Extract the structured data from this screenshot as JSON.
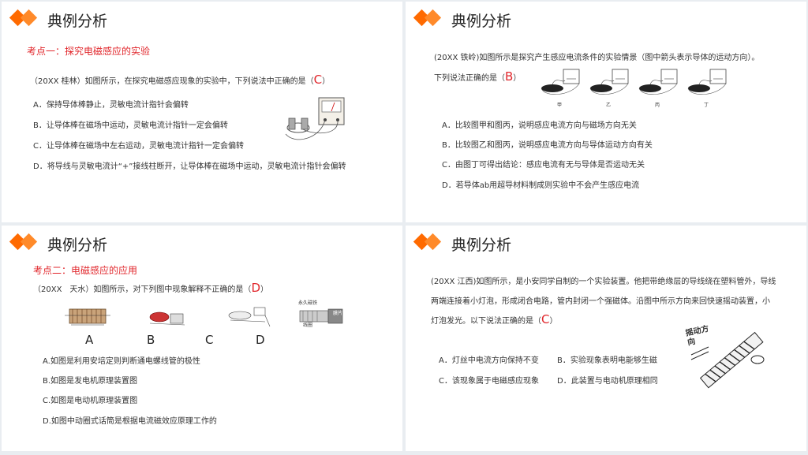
{
  "s1": {
    "title": "典例分析",
    "kp": "考点一：探究电磁感应的实验",
    "q_pre": "（20XX 桂林）如图所示，在探究电磁感应现象的实验中，下列说法中正确的是（",
    "q_ans": "C",
    "q_post": "）",
    "options": [
      "A．保持导体棒静止，灵敏电流计指针会偏转",
      "B．让导体棒在磁场中运动，灵敏电流计指针一定会偏转",
      "C．让导体棒在磁场中左右运动，灵敏电流计指针一定会偏转",
      "D．将导线与灵敏电流计“+”接线柱断开，让导体棒在磁场中运动，灵敏电流计指针会偏转"
    ]
  },
  "s2": {
    "title": "典例分析",
    "q_line1": "(20XX 铁岭)如图所示是探究产生感应电流条件的实验情景（图中箭头表示导体的运动方向）。",
    "q_pre": "下列说法正确的是（",
    "q_ans": "B",
    "q_post": "）",
    "fig_labels": [
      "甲",
      "乙",
      "丙",
      "丁"
    ],
    "options": [
      "A．比较图甲和图丙，说明感应电流方向与磁场方向无关",
      "B．比较图乙和图丙，说明感应电流方向与导体运动方向有关",
      "C．由图丁可得出结论：感应电流有无与导体是否运动无关",
      "D．若导体ab用超导材料制成则实验中不会产生感应电流"
    ]
  },
  "s3": {
    "title": "典例分析",
    "kp": "考点二：电磁感应的应用",
    "q_pre": "（20XX　天水）如图所示，对下列图中现象解释不正确的是（",
    "q_ans": "D",
    "q_post": "）",
    "fig_letters": [
      "A",
      "B",
      "C",
      "D"
    ],
    "fig_d_label1": "永久磁铁",
    "fig_d_label2": "线圈",
    "fig_d_label3": "膜片",
    "options": [
      "A.如图是利用安培定则判断通电螺线管的极性",
      "B.如图是发电机原理装置图",
      "C.如图是电动机原理装置图",
      "D.如图中动圈式话筒是根据电流磁效应原理工作的"
    ]
  },
  "s4": {
    "title": "典例分析",
    "q_line1": "(20XX 江西)如图所示，是小安同学自制的一个实验装置。他把带绝缘层的导线绕在塑料管外，导线",
    "q_line2": "两端连接着小灯泡，形成闭合电路，管内封闭一个强磁体。沿图中所示方向来回快速摇动装置，小",
    "q_pre": "灯泡发光。以下说法正确的是（",
    "q_ans": "C",
    "q_post": "）",
    "fig_label": "摇动方向",
    "options_row1": [
      "A．灯丝中电流方向保持不变",
      "B．实验现象表明电能够生磁"
    ],
    "options_row2": [
      "C．该现象属于电磁感应现象",
      "D．此装置与电动机原理相同"
    ]
  },
  "colors": {
    "accent": "#ff6a00",
    "answer": "#e1262b"
  }
}
